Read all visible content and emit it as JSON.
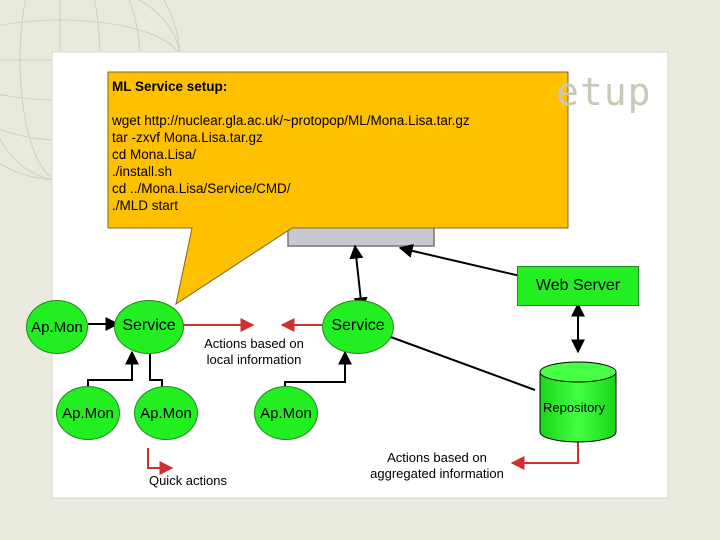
{
  "title_fragment": "etup",
  "callout": {
    "heading": "ML Service setup:",
    "lines": [
      "wget http://nuclear.gla.ac.uk/~protopop/ML/Mona.Lisa.tar.gz",
      "tar -zxvf Mona.Lisa.tar.gz",
      "cd Mona.Lisa/",
      "./install.sh",
      "cd ../Mona.Lisa/Service/CMD/",
      "./MLD start"
    ]
  },
  "nodes": {
    "web_server": "Web Server",
    "service_left": "Service",
    "service_right": "Service",
    "apmon_left": "Ap.Mon",
    "apmon_bottom_1": "Ap.Mon",
    "apmon_bottom_2": "Ap.Mon",
    "apmon_bottom_3": "Ap.Mon",
    "repository": "Repository"
  },
  "captions": {
    "local_actions": [
      "Actions based on",
      "local information"
    ],
    "quick_actions": "Quick actions",
    "aggregated_actions": [
      "Actions based on",
      "aggregated information"
    ]
  },
  "colors": {
    "callout": "#ffc000",
    "node_green": "#22ee22",
    "arrow_red": "#d03030",
    "background": "#e9e9dd",
    "panel": "#ffffff"
  }
}
